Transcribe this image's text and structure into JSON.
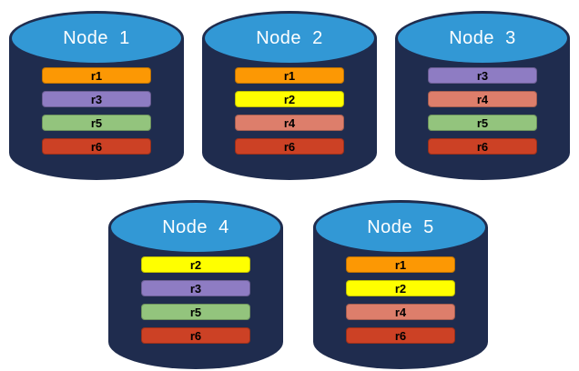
{
  "colors": {
    "background": "#FFFFFF",
    "body": "#1F2C4E",
    "top": "#3298D5",
    "label_text": "#FFFFFF",
    "bar_text": "#000000",
    "replicas": {
      "r1": "#FC9804",
      "r2": "#FFFF00",
      "r3": "#8E7CC3",
      "r4": "#DD7E6B",
      "r5": "#93C47D",
      "r6": "#CC4125"
    }
  },
  "nodes": [
    {
      "label": "Node  1",
      "replicas": [
        "r1",
        "r3",
        "r5",
        "r6"
      ]
    },
    {
      "label": "Node  2",
      "replicas": [
        "r1",
        "r2",
        "r4",
        "r6"
      ]
    },
    {
      "label": "Node  3",
      "replicas": [
        "r3",
        "r4",
        "r5",
        "r6"
      ]
    },
    {
      "label": "Node  4",
      "replicas": [
        "r2",
        "r3",
        "r5",
        "r6"
      ]
    },
    {
      "label": "Node  5",
      "replicas": [
        "r1",
        "r2",
        "r4",
        "r6"
      ]
    }
  ]
}
